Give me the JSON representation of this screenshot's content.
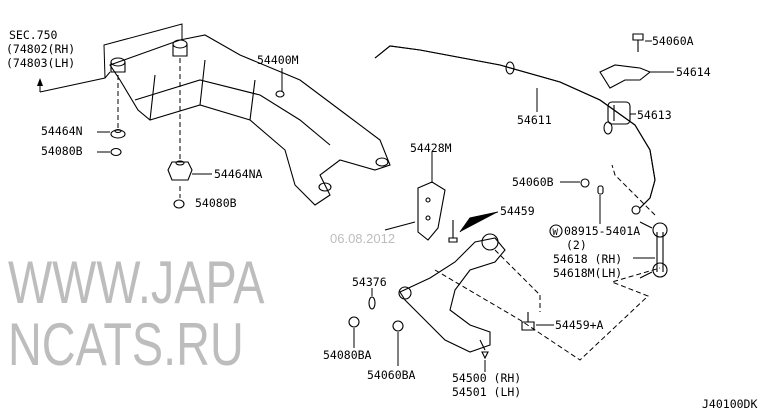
{
  "watermark": "WWW.JAPANCATS.RU",
  "date": "06.08.2012",
  "diagram_code": "J40100DK",
  "section_ref": {
    "line1": "SEC.750",
    "line2": "(74802(RH)",
    "line3": "(74803(LH)"
  },
  "labels": {
    "p54400M": "54400M",
    "p54464N": "54464N",
    "p54080B_a": "54080B",
    "p54464NA": "54464NA",
    "p54080B_b": "54080B",
    "p54060A": "54060A",
    "p54614": "54614",
    "p54613": "54613",
    "p54611": "54611",
    "p54428M": "54428M",
    "p54060B": "54060B",
    "p54459": "54459",
    "p08915": "08915-5401A",
    "p08915_qty": "(2)",
    "p54618": "54618 (RH)",
    "p54618M": "54618M(LH)",
    "p54459A": "54459+A",
    "p54376": "54376",
    "p54080BA": "54080BA",
    "p54060BA": "54060BA",
    "p54500": "54500 (RH)",
    "p54501": "54501 (LH)",
    "washer_symbol": "W"
  }
}
